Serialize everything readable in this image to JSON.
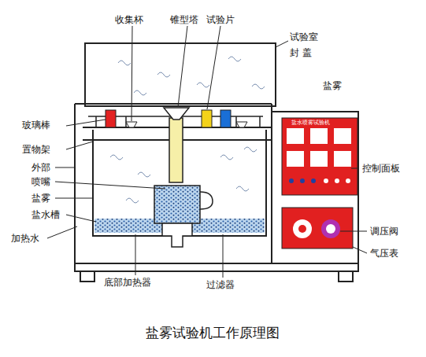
{
  "diagram": {
    "caption": "盐雾试验机工作原理图",
    "labels": [
      "收集杯",
      "锥型塔",
      "试验片",
      "试验室",
      "封 盖",
      "盐雾",
      "玻璃棒",
      "置物架",
      "外部",
      "喷嘴",
      "盐雾",
      "盐水槽",
      "加热水",
      "控制面板",
      "调压阀",
      "气压表",
      "底部加热器",
      "过滤器",
      "盐水喷雾试验机"
    ]
  }
}
